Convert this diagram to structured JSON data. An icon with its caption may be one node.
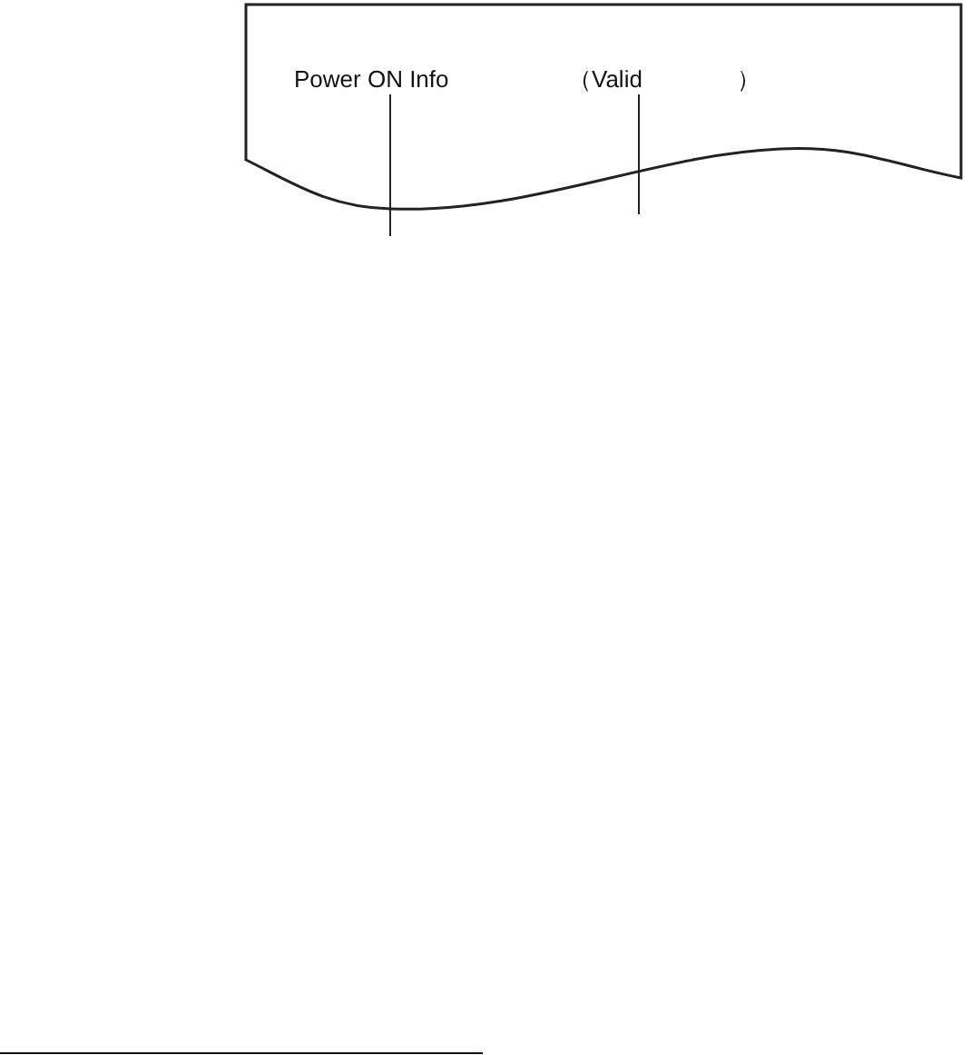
{
  "diagram": {
    "nodes": [
      {
        "text": [],
        "shape": "box"
      },
      {
        "text": [
          "Power ON Info"
        ],
        "in": 0
      },
      {
        "text": [
          "（Valid　　　　）"
        ],
        "in": 0
      }
    ],
    "edges": [
      {
        "from": 1,
        "to": null,
        "arrow": "none"
      },
      {
        "from": 2,
        "to": null,
        "arrow": "none"
      }
    ]
  }
}
